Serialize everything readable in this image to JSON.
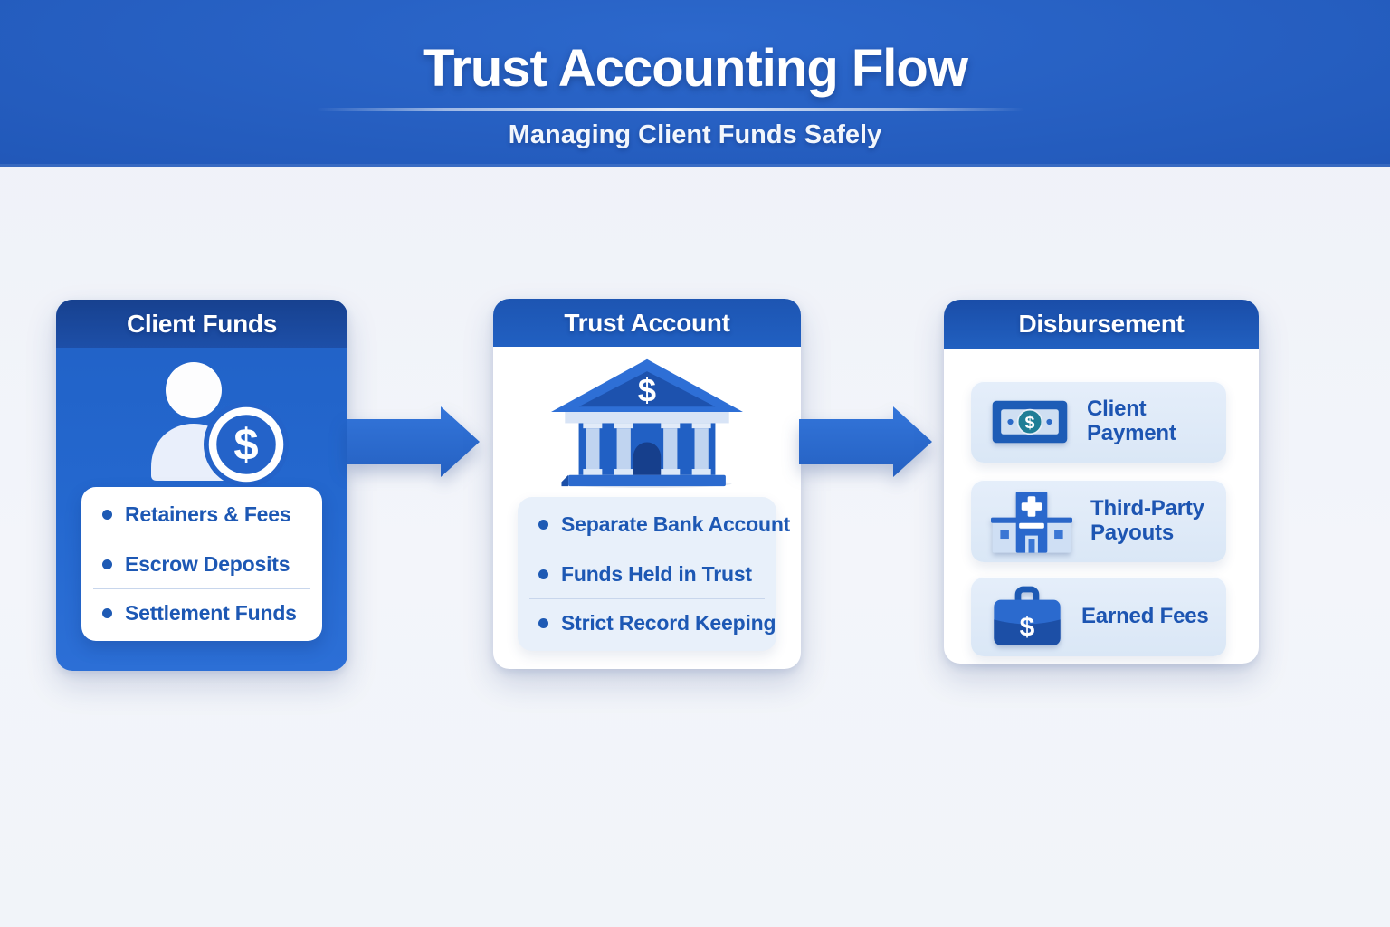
{
  "header": {
    "title": "Trust Accounting Flow",
    "subtitle": "Managing Client Funds Safely"
  },
  "glyphs": {
    "dollar": "$"
  },
  "columns": [
    {
      "title": "Client Funds",
      "icon": "person-with-dollar-coin",
      "items": [
        "Retainers & Fees",
        "Escrow Deposits",
        "Settlement Funds"
      ]
    },
    {
      "title": "Trust Account",
      "icon": "bank-building",
      "items": [
        "Separate Bank Account",
        "Funds Held in Trust",
        "Strict Record Keeping"
      ]
    },
    {
      "title": "Disbursement",
      "rows": [
        {
          "icon": "banknote",
          "label": "Client Payment"
        },
        {
          "icon": "hospital-building",
          "label": "Third-Party Payouts"
        },
        {
          "icon": "briefcase",
          "label": "Earned Fees"
        }
      ]
    }
  ],
  "colors": {
    "banner_blue": "#2259ba",
    "card_body_blue": "#2468cf",
    "band_dark_blue": "#1b4a9e",
    "band_blue": "#1e58b6",
    "arrow_blue": "#2a6cd0",
    "item_text_blue": "#1d58b4",
    "panel_light_blue": "#e8f0fa",
    "row_light_blue": "#dfeaf8",
    "coin_teal": "#1f7e96",
    "page_background": "#f1f4f9"
  }
}
